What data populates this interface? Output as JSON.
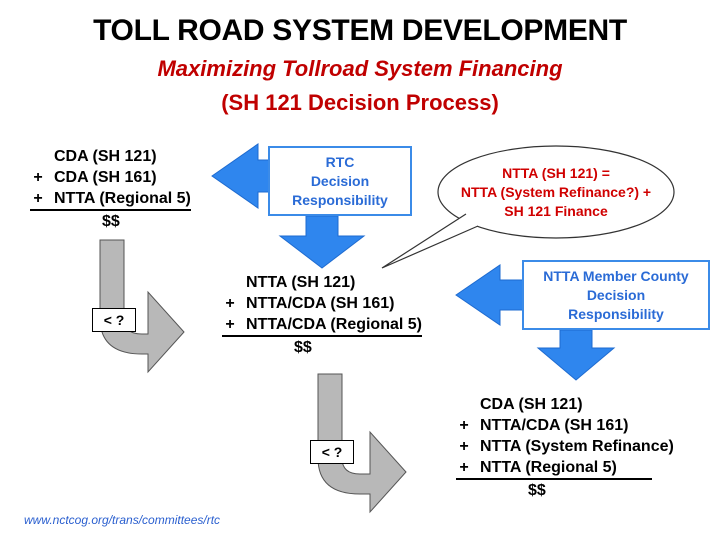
{
  "title": "TOLL ROAD SYSTEM DEVELOPMENT",
  "subtitle": "Maximizing Tollroad System Financing",
  "subtitle2": "(SH 121 Decision Process)",
  "block1": {
    "lines": [
      {
        "op": "",
        "text": "CDA (SH 121)"
      },
      {
        "op": "+",
        "text": "CDA (SH 161)"
      },
      {
        "op": "+",
        "text": "NTTA (Regional 5)"
      }
    ],
    "money": "$$"
  },
  "block2": {
    "lines": [
      {
        "op": "",
        "text": "NTTA (SH 121)"
      },
      {
        "op": "+",
        "text": "NTTA/CDA (SH 161)"
      },
      {
        "op": "+",
        "text": "NTTA/CDA (Regional 5)"
      }
    ],
    "money": "$$"
  },
  "block3": {
    "lines": [
      {
        "op": "",
        "text": "CDA (SH 121)"
      },
      {
        "op": "+",
        "text": "NTTA/CDA (SH 161)"
      },
      {
        "op": "+",
        "text": "NTTA (System Refinance)"
      },
      {
        "op": "+",
        "text": "NTTA (Regional 5)"
      }
    ],
    "money": "$$"
  },
  "rtc_box": {
    "lines": [
      "RTC",
      "Decision",
      "Responsibility"
    ]
  },
  "ntta_box": {
    "lines": [
      "NTTA Member County",
      "Decision",
      "Responsibility"
    ]
  },
  "callout": {
    "lines": [
      "NTTA (SH 121) =",
      "NTTA (System Refinance?) +",
      "SH 121 Finance"
    ]
  },
  "compare1": "< ?",
  "compare2": "< ?",
  "footer": "www.nctcog.org/trans/committees/rtc",
  "colors": {
    "accent_blue": "#3b8be8",
    "title_red": "#c00000",
    "callout_red": "#d00000",
    "gray_arrow": "#b8b8b8"
  }
}
